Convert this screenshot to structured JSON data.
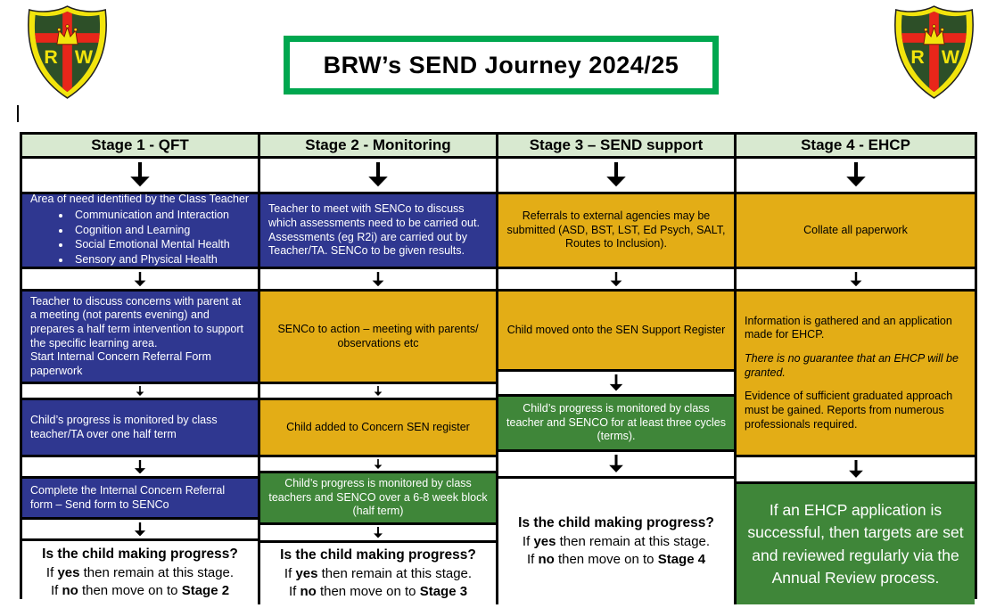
{
  "title": "BRW’s SEND Journey 2024/25",
  "logo": {
    "initial_left": "R",
    "initial_right": "W"
  },
  "colors": {
    "blue": "#2f3790",
    "gold": "#e3ad16",
    "green": "#3f8639",
    "header_green": "#d8e9d0",
    "title_border": "#00a74f",
    "shield_green": "#2d4f28",
    "shield_yellow": "#f2e40c",
    "shield_red": "#e8261a"
  },
  "columns": [
    {
      "header": "Stage 1 - QFT",
      "cell1": {
        "intro": "Area of need identified by the Class Teacher",
        "bullets": [
          "Communication and Interaction",
          "Cognition and Learning",
          "Social Emotional Mental Health",
          "Sensory and Physical Health"
        ]
      },
      "cell2": {
        "line1": "Teacher to discuss concerns with parent at a meeting (not parents evening) and prepares a half term intervention to support the specific learning area.",
        "line2": "Start Internal Concern Referral Form paperwork"
      },
      "cell3": "Child’s progress is monitored by class teacher/TA over one half term",
      "cell4": "Complete the  Internal Concern Referral form – Send form to SENCo",
      "question": {
        "title": "Is the child making progress?",
        "yes_pre": "If ",
        "yes_word": "yes",
        "yes_post": " then remain at this stage.",
        "no_pre": "If ",
        "no_word": "no",
        "no_post": " then move on to ",
        "no_stage": "Stage 2"
      }
    },
    {
      "header": "Stage 2 - Monitoring",
      "cell1": "Teacher to meet with SENCo to discuss which assessments need to be carried out. Assessments (eg R2i) are carried out by Teacher/TA. SENCo to be given results.",
      "cell2": "SENCo to action – meeting with parents/ observations etc",
      "cell3": "Child added to Concern SEN register",
      "cell4": "Child’s progress is monitored by class teachers and SENCO over a 6-8 week block (half term)",
      "question": {
        "title": "Is the child making progress?",
        "yes_pre": "If ",
        "yes_word": "yes",
        "yes_post": " then remain at this stage.",
        "no_pre": "If ",
        "no_word": "no",
        "no_post": " then move on to ",
        "no_stage": "Stage 3"
      }
    },
    {
      "header": "Stage 3 – SEND support",
      "cell1": "Referrals to external agencies may be submitted (ASD, BST, LST, Ed Psych, SALT, Routes to Inclusion).",
      "cell2": "Child moved onto the SEN Support Register",
      "cell3": "Child’s progress is monitored by class teacher and SENCO for at least three cycles (terms).",
      "question": {
        "title": "Is the child making progress?",
        "yes_pre": "If ",
        "yes_word": "yes",
        "yes_post": " then remain at this stage.",
        "no_pre": "If ",
        "no_word": "no",
        "no_post": " then move on to ",
        "no_stage": "Stage 4"
      }
    },
    {
      "header": "Stage 4 - EHCP",
      "cell1": "Collate all paperwork",
      "cell2": {
        "p1": "Information is gathered and an application made for EHCP.",
        "p2_italic": "There is no guarantee that an EHCP will be granted.",
        "p3": "Evidence of sufficient graduated approach must be gained. Reports from numerous professionals required."
      },
      "final": "If an EHCP application is successful, then targets are set and reviewed regularly via the Annual Review process."
    }
  ]
}
